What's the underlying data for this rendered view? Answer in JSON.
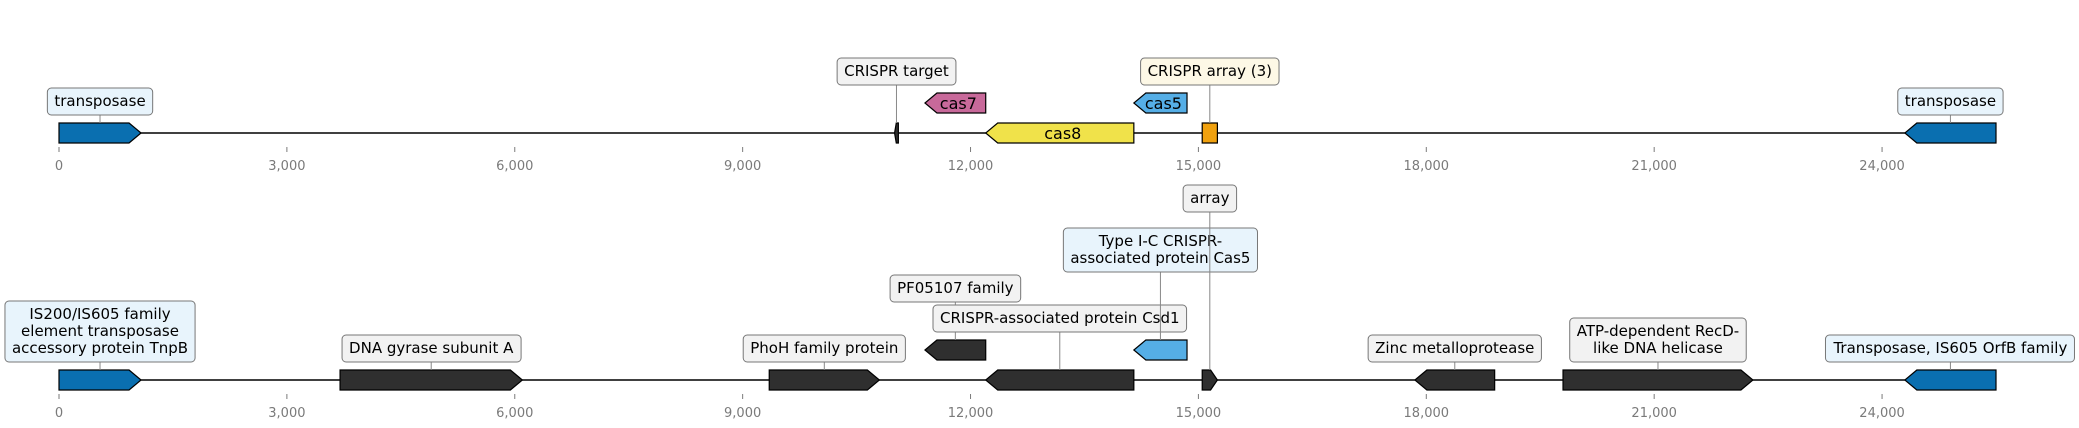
{
  "colors": {
    "transposase": "#0a6fb0",
    "cas7": "#c8699a",
    "cas8": "#f0e24a",
    "cas5": "#55aee6",
    "array": "#f0a10f",
    "dark": "#2f2f2f",
    "box_blue": "#e8f4fc",
    "box_yellow": "#fdf8e6",
    "box_gray": "#f2f2f2",
    "axis_text": "#7a7a7a"
  },
  "x_range": [
    0,
    25500
  ],
  "ticks": [
    0,
    3000,
    6000,
    9000,
    12000,
    15000,
    18000,
    21000,
    24000
  ],
  "tick_labels": [
    "0",
    "3,000",
    "6,000",
    "9,000",
    "12,000",
    "15,000",
    "18,000",
    "21,000",
    "24,000"
  ],
  "tracks": [
    {
      "name": "top-track",
      "features": [
        {
          "start": 0,
          "end": 1080,
          "strand": 1,
          "color_key": "transposase",
          "inner": "",
          "label": [
            "transposase"
          ],
          "box": "box_blue",
          "level": 0
        },
        {
          "start": 11000,
          "end": 11050,
          "strand": -1,
          "color_key": "dark",
          "inner": "",
          "label": [
            "CRISPR target"
          ],
          "box": "box_gray",
          "level": 1
        },
        {
          "start": 11400,
          "end": 12200,
          "strand": -1,
          "color_key": "cas7",
          "inner": "cas7",
          "label": [],
          "box": "",
          "level": 0,
          "row": 1
        },
        {
          "start": 12200,
          "end": 14150,
          "strand": -1,
          "color_key": "cas8",
          "inner": "cas8",
          "label": [],
          "box": "",
          "level": 0,
          "row": 0
        },
        {
          "start": 14150,
          "end": 14850,
          "strand": -1,
          "color_key": "cas5",
          "inner": "cas5",
          "label": [],
          "box": "",
          "level": 0,
          "row": 1
        },
        {
          "start": 15050,
          "end": 15250,
          "strand": 0,
          "color_key": "array",
          "inner": "",
          "label": [
            "CRISPR array (3)"
          ],
          "box": "box_yellow",
          "level": 1
        },
        {
          "start": 24300,
          "end": 25500,
          "strand": -1,
          "color_key": "transposase",
          "inner": "",
          "label": [
            "transposase"
          ],
          "box": "box_blue",
          "level": 0
        }
      ]
    },
    {
      "name": "bottom-track",
      "features": [
        {
          "start": 0,
          "end": 1080,
          "strand": 1,
          "color_key": "transposase",
          "inner": "",
          "label": [
            "IS200/IS605 family",
            "element transposase",
            "accessory protein TnpB"
          ],
          "box": "box_blue",
          "level": 0
        },
        {
          "start": 3700,
          "end": 6100,
          "strand": 1,
          "color_key": "dark",
          "inner": "",
          "label": [
            "DNA gyrase subunit A"
          ],
          "box": "box_gray",
          "level": 0
        },
        {
          "start": 9350,
          "end": 10800,
          "strand": 1,
          "color_key": "dark",
          "inner": "",
          "label": [
            "PhoH family protein"
          ],
          "box": "box_gray",
          "level": 0
        },
        {
          "start": 11400,
          "end": 12200,
          "strand": -1,
          "color_key": "dark",
          "inner": "",
          "label": [
            "PF05107 family"
          ],
          "box": "box_gray",
          "level": 2,
          "row": 1
        },
        {
          "start": 12200,
          "end": 14150,
          "strand": -1,
          "color_key": "dark",
          "inner": "",
          "label": [
            "CRISPR-associated protein Csd1"
          ],
          "box": "box_gray",
          "level": 1
        },
        {
          "start": 14150,
          "end": 14850,
          "strand": -1,
          "color_key": "cas5",
          "inner": "",
          "label": [
            "Type I-C CRISPR-",
            "associated protein Cas5"
          ],
          "box": "box_blue",
          "level": 3,
          "row": 1
        },
        {
          "start": 15050,
          "end": 15250,
          "strand": 1,
          "color_key": "dark",
          "inner": "",
          "label": [
            "array"
          ],
          "box": "box_gray",
          "level": 5
        },
        {
          "start": 17850,
          "end": 18900,
          "strand": -1,
          "color_key": "dark",
          "inner": "",
          "label": [
            "Zinc metalloprotease"
          ],
          "box": "box_gray",
          "level": 0
        },
        {
          "start": 19800,
          "end": 22300,
          "strand": 1,
          "color_key": "dark",
          "inner": "",
          "label": [
            "ATP-dependent RecD-",
            "like DNA helicase"
          ],
          "box": "box_gray",
          "level": 0
        },
        {
          "start": 24300,
          "end": 25500,
          "strand": -1,
          "color_key": "transposase",
          "inner": "",
          "label": [
            "Transposase, IS605 OrfB family"
          ],
          "box": "box_blue",
          "level": 0
        }
      ]
    }
  ]
}
